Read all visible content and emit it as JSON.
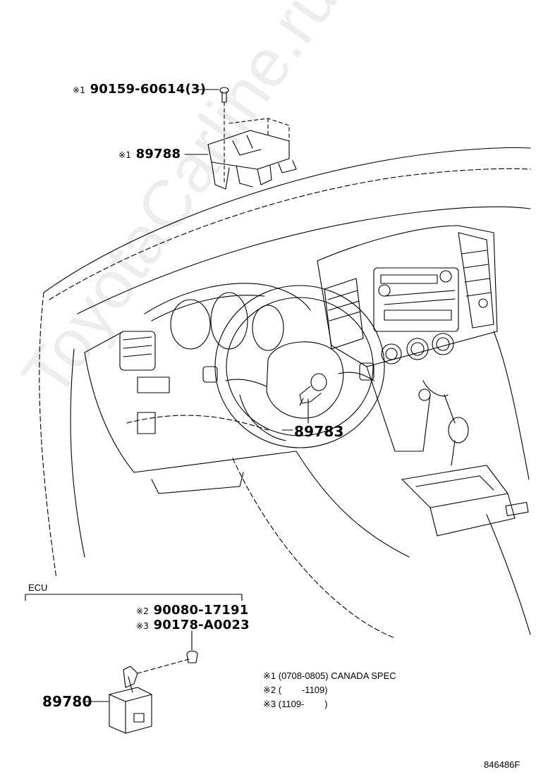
{
  "watermark": "ToyotaCarline.ru",
  "parts": [
    {
      "id": "bolt",
      "mark": "※1",
      "number": "90159-60614(3)"
    },
    {
      "id": "bracket",
      "mark": "※1",
      "number": "89788"
    },
    {
      "id": "sensor",
      "mark": "",
      "number": "89783"
    },
    {
      "id": "ecu_clip",
      "mark": "※2",
      "number": "90080-17191"
    },
    {
      "id": "ecu_clip_alt",
      "mark": "※3",
      "number": "90178-A0023"
    },
    {
      "id": "ecu",
      "mark": "",
      "number": "89780"
    }
  ],
  "section_label": "ECU",
  "notes": [
    {
      "mark": "※1",
      "text": "(0708-0805) CANADA SPEC"
    },
    {
      "mark": "※2",
      "text": "(        -1109)"
    },
    {
      "mark": "※3",
      "text": "(1109-        )"
    }
  ],
  "diagram_code": "846486F",
  "colors": {
    "line": "#000000",
    "watermark": "#e6e6e6"
  }
}
